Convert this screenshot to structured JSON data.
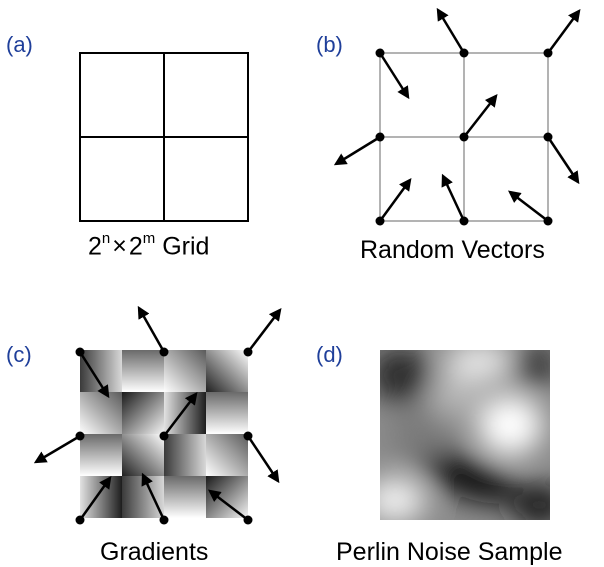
{
  "panels": [
    {
      "label": "(a)",
      "caption_text": "Grid",
      "caption_base": "2",
      "caption_exp1": "n",
      "caption_times": "×",
      "caption_exp2": "m"
    },
    {
      "label": "(b)",
      "caption_text": "Random Vectors"
    },
    {
      "label": "(c)",
      "caption_text": "Gradients"
    },
    {
      "label": "(d)",
      "caption_text": "Perlin Noise Sample"
    }
  ],
  "colors": {
    "label_blue": "#1f3f9a",
    "grid_black": "#000000",
    "grid_gray": "#b3b3b3",
    "vector": "#000000"
  }
}
